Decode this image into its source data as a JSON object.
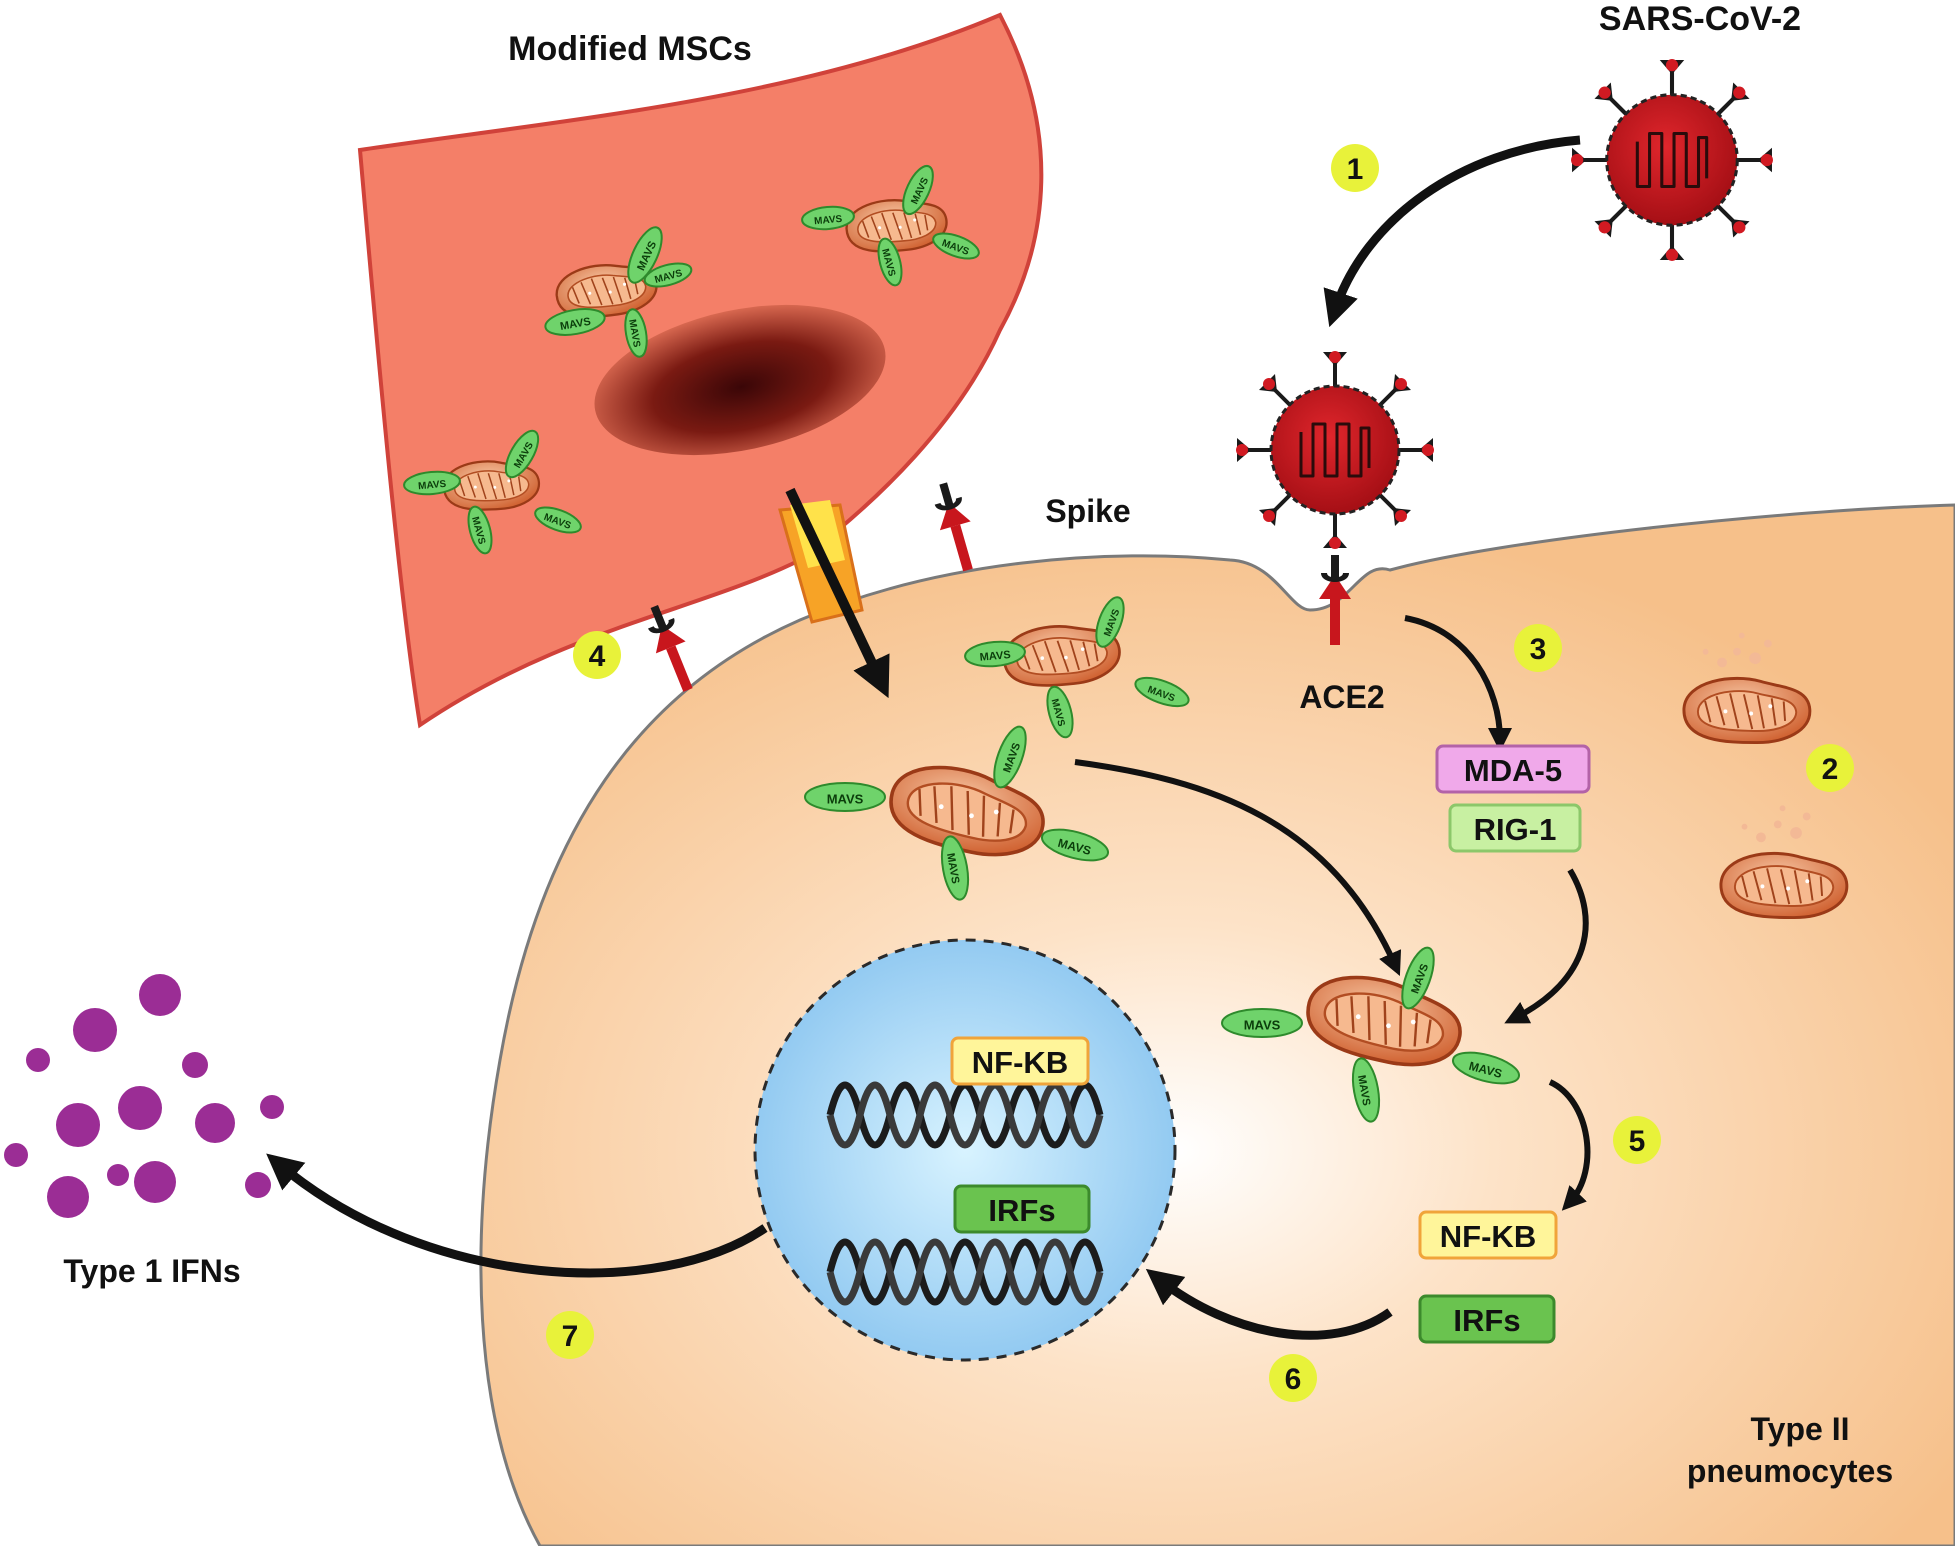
{
  "labels": {
    "modified_mscs": "Modified MSCs",
    "sars_cov_2": "SARS-CoV-2",
    "spike": "Spike",
    "ace2": "ACE2",
    "type_1_ifns": "Type 1 IFNs",
    "type_ii_line1": "Type II",
    "type_ii_line2": "pneumocytes"
  },
  "steps": [
    "1",
    "2",
    "3",
    "4",
    "5",
    "6",
    "7"
  ],
  "boxes": {
    "mda5": "MDA-5",
    "rig1": "RIG-1",
    "nfkb": "NF-KB",
    "irfs": "IRFs"
  },
  "mavs": "MAVS",
  "colors": {
    "msc_fill": "#f47f68",
    "pneumocyte_fill": "#f9cf9e",
    "nucleus_fill": "#9fd2f5",
    "virus_red": "#c8161d",
    "mito_orange": "#d9693a",
    "mavs_green": "#6fd36b",
    "step_badge": "#e8f23a",
    "ifn_purple": "#9b2d95",
    "mda5_box": "#f0a9ea",
    "rig1_box": "#c8f0a2",
    "nfkb_box": "#fff59a",
    "irfs_box": "#6ac34f"
  }
}
